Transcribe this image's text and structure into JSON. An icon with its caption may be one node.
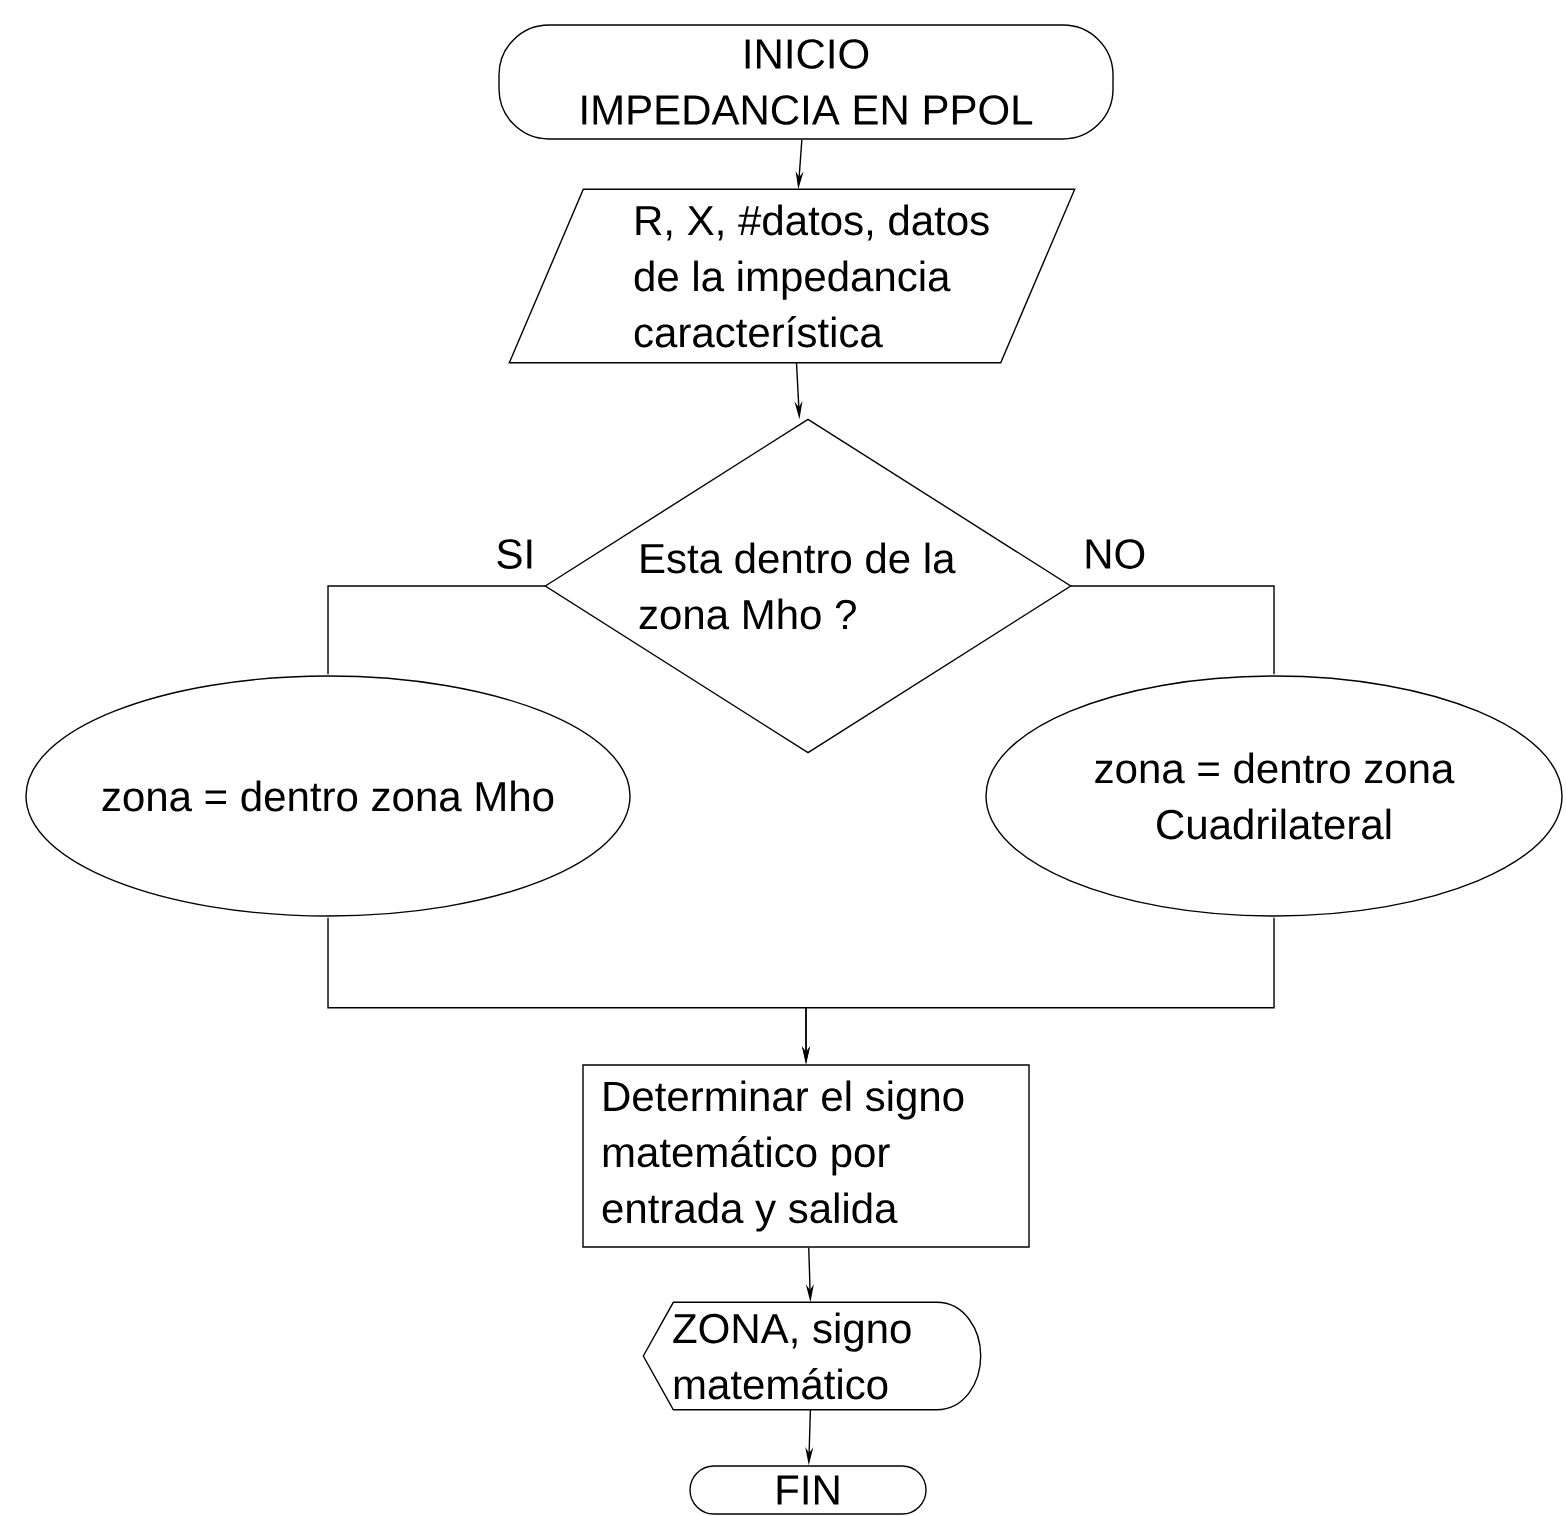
{
  "diagram": {
    "nodes": [
      {
        "text": [
          "INICIO",
          "IMPEDANCIA EN PPOL"
        ]
      },
      {
        "text": [
          "R, X, #datos, datos de la impedancia característica"
        ]
      },
      {
        "text": [
          "Esta dentro de la zona Mho ?"
        ]
      },
      {
        "text": [
          "zona = dentro zona Mho"
        ]
      },
      {
        "text": [
          "zona = dentro zona Cuadrilateral"
        ]
      },
      {
        "text": [
          "Determinar el signo matemático por entrada y salida"
        ]
      },
      {
        "text": [
          "ZONA, signo matemático"
        ]
      },
      {
        "text": [
          "FIN"
        ]
      }
    ],
    "edges": [
      {
        "from": 0,
        "to": 1,
        "arrow": "to"
      },
      {
        "from": 1,
        "to": 2,
        "arrow": "to"
      },
      {
        "from": 2,
        "to": 3,
        "arrow": "none",
        "label": "SI"
      },
      {
        "from": 2,
        "to": 4,
        "arrow": "none",
        "label": "NO"
      },
      {
        "from": 3,
        "to": 5,
        "arrow": "to"
      },
      {
        "from": 4,
        "to": 5,
        "arrow": "to"
      },
      {
        "from": 5,
        "to": 6,
        "arrow": "to"
      },
      {
        "from": 6,
        "to": 7,
        "arrow": "to"
      }
    ]
  }
}
